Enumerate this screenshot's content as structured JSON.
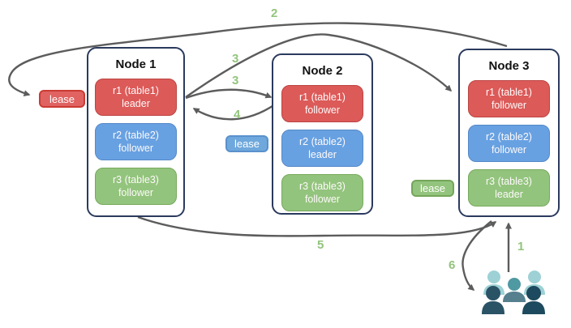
{
  "nodes": [
    {
      "title": "Node 1",
      "replicas": [
        {
          "range": "r1 (table1)",
          "role": "leader",
          "color": "red"
        },
        {
          "range": "r2 (table2)",
          "role": "follower",
          "color": "blue"
        },
        {
          "range": "r3 (table3)",
          "role": "follower",
          "color": "green"
        }
      ]
    },
    {
      "title": "Node 2",
      "replicas": [
        {
          "range": "r1 (table1)",
          "role": "follower",
          "color": "red"
        },
        {
          "range": "r2 (table2)",
          "role": "leader",
          "color": "blue"
        },
        {
          "range": "r3 (table3)",
          "role": "follower",
          "color": "green"
        }
      ]
    },
    {
      "title": "Node 3",
      "replicas": [
        {
          "range": "r1 (table1)",
          "role": "follower",
          "color": "red"
        },
        {
          "range": "r2 (table2)",
          "role": "follower",
          "color": "blue"
        },
        {
          "range": "r3 (table3)",
          "role": "leader",
          "color": "green"
        }
      ]
    }
  ],
  "leases": [
    {
      "label": "lease",
      "color": "red"
    },
    {
      "label": "lease",
      "color": "blue"
    },
    {
      "label": "lease",
      "color": "green"
    }
  ],
  "steps": {
    "s1": "1",
    "s2": "2",
    "s3a": "3",
    "s3b": "3",
    "s4": "4",
    "s5": "5",
    "s6": "6"
  },
  "icons": {
    "clients": "users-group-icon"
  },
  "colors": {
    "replica_red": "#dc5a58",
    "replica_blue": "#68a1e2",
    "replica_green": "#93c47d",
    "node_border": "#2b3a5e",
    "arrow": "#5c5c5c",
    "step_label": "#93c47d",
    "lease_red_border": "#cb3b33",
    "lease_blue_border": "#5a91cc",
    "lease_green_border": "#74a55b",
    "users_light_teal": "#9dd1d5",
    "users_medium_teal": "#4f99a2",
    "users_slate": "#56808e",
    "users_dark_teal": "#1d4a5e",
    "users_dark_navy": "#2a5366"
  }
}
